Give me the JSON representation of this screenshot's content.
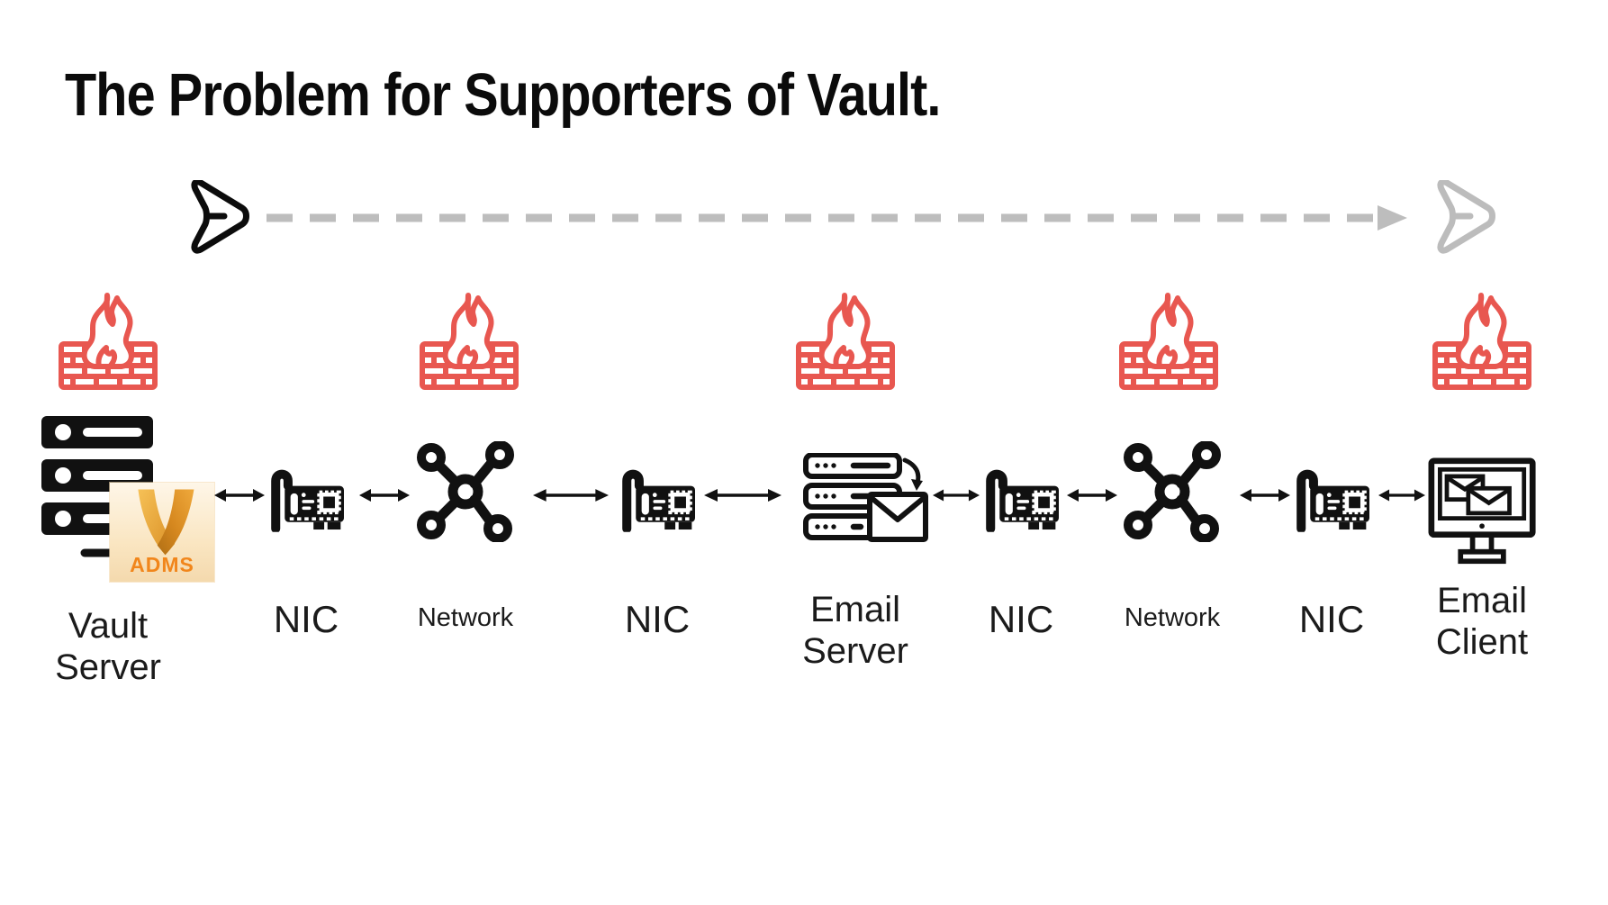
{
  "title": "The Problem for Supporters of Vault.",
  "nodes": [
    {
      "id": "vault-server",
      "label": "Vault Server",
      "firewall": true
    },
    {
      "id": "nic-1",
      "label": "NIC",
      "firewall": false
    },
    {
      "id": "network-1",
      "label": "Network",
      "firewall": true
    },
    {
      "id": "nic-2",
      "label": "NIC",
      "firewall": false
    },
    {
      "id": "email-server",
      "label": "Email Server",
      "firewall": true
    },
    {
      "id": "nic-3",
      "label": "NIC",
      "firewall": false
    },
    {
      "id": "network-2",
      "label": "Network",
      "firewall": true
    },
    {
      "id": "nic-4",
      "label": "NIC",
      "firewall": false
    },
    {
      "id": "email-client",
      "label": "Email Client",
      "firewall": true
    }
  ],
  "vault_badge": {
    "text": "ADMS"
  },
  "icons": {
    "flow_start": "send-plane-icon",
    "flow_end": "send-plane-icon",
    "firewall": "firewall-icon",
    "nic": "network-card-icon",
    "network": "hub-icon",
    "vault_server": "server-stack-icon",
    "email_server": "mail-server-icon",
    "email_client": "monitor-mail-icon",
    "link": "bidirectional-arrow-icon"
  },
  "colors": {
    "firewall_red": "#E85750",
    "flow_dashed_gray": "#BDBDBD",
    "icon_black": "#111111",
    "adms_orange": "#F1861B",
    "adms_gold": "#E9A63C",
    "adms_bg": "#FAE6C2"
  }
}
